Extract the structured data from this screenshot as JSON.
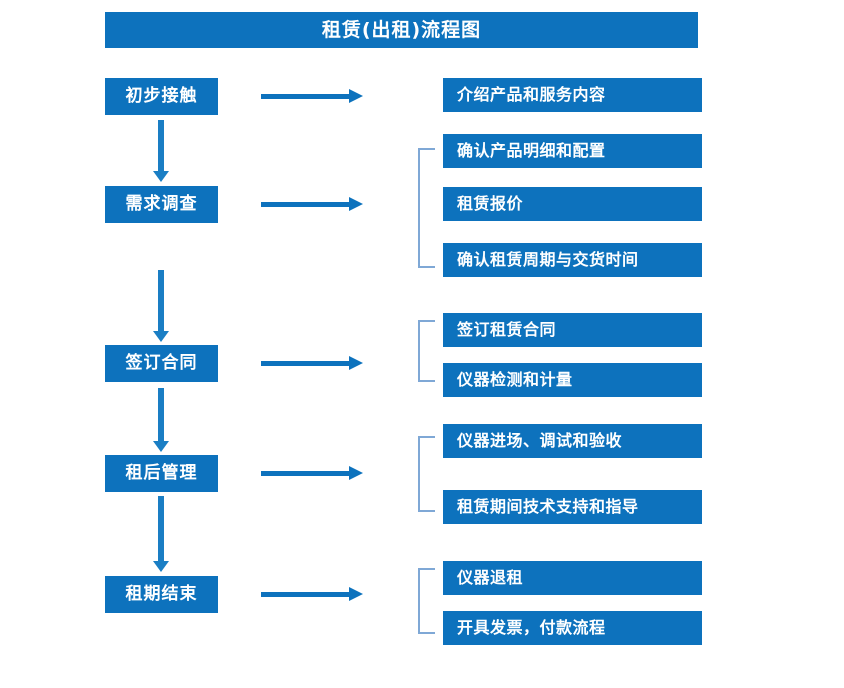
{
  "diagram": {
    "title": "租赁(出租)流程图",
    "colors": {
      "primary_blue": "#0d72bd",
      "arrow_blue": "#1a7ec4",
      "bracket_blue": "#7fa8d6",
      "box_text": "#ffffff",
      "background": "#ffffff"
    },
    "stages": [
      {
        "id": "stage-1",
        "label": "初步接触"
      },
      {
        "id": "stage-2",
        "label": "需求调查"
      },
      {
        "id": "stage-3",
        "label": "签订合同"
      },
      {
        "id": "stage-4",
        "label": "租后管理"
      },
      {
        "id": "stage-5",
        "label": "租期结束"
      }
    ],
    "details": [
      {
        "id": "detail-1",
        "group": 1,
        "label": "介绍产品和服务内容"
      },
      {
        "id": "detail-2",
        "group": 2,
        "label": "确认产品明细和配置"
      },
      {
        "id": "detail-3",
        "group": 2,
        "label": "租赁报价"
      },
      {
        "id": "detail-4",
        "group": 2,
        "label": "确认租赁周期与交货时间"
      },
      {
        "id": "detail-5",
        "group": 3,
        "label": "签订租赁合同"
      },
      {
        "id": "detail-6",
        "group": 3,
        "label": "仪器检测和计量"
      },
      {
        "id": "detail-7",
        "group": 4,
        "label": "仪器进场、调试和验收"
      },
      {
        "id": "detail-8",
        "group": 4,
        "label": "租赁期间技术支持和指导"
      },
      {
        "id": "detail-9",
        "group": 5,
        "label": "仪器退租"
      },
      {
        "id": "detail-10",
        "group": 5,
        "label": "开具发票，付款流程"
      }
    ],
    "connectors": {
      "stage_to_detail_arrows": 5,
      "stage_to_stage_arrows": 4,
      "brackets": 4
    }
  }
}
